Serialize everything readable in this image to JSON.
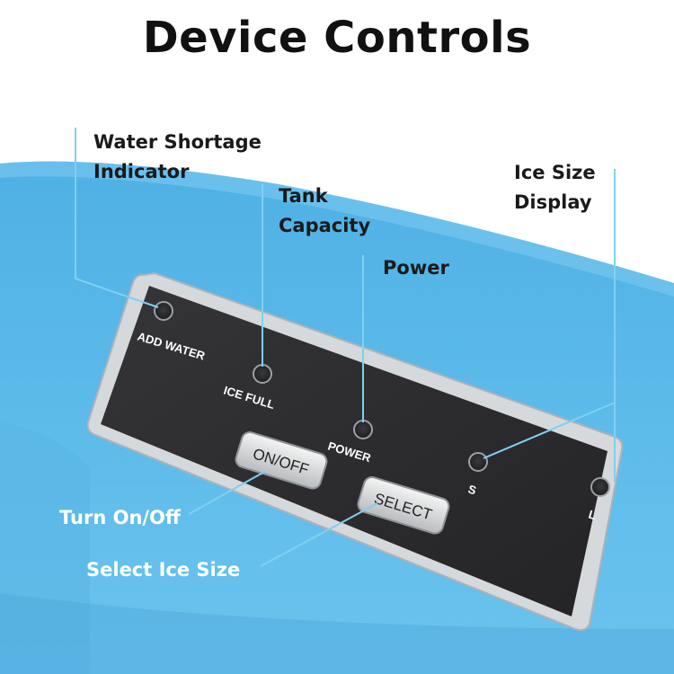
{
  "title": "Device Controls",
  "panel_labels": {
    "add_water": "ADD WATER",
    "ice_full": "ICE FULL",
    "power": "POWER",
    "size_s": "S",
    "size_l": "L"
  },
  "buttons": {
    "on_off": "ON/OFF",
    "select": "SELECT"
  },
  "callouts": {
    "water_shortage": [
      "Water Shortage",
      "Indicator"
    ],
    "tank_capacity": [
      "Tank",
      "Capacity"
    ],
    "power": "Power",
    "ice_size_display": [
      "Ice Size",
      "Display"
    ],
    "turn_on_off": "Turn On/Off",
    "select_ice_size": "Select Ice Size"
  },
  "colors": {
    "body_blue": "#5cb6e6",
    "panel_dark": "#2b2b2d",
    "panel_border": "#c9ccd0",
    "callout_line": "#7fd0f2"
  }
}
